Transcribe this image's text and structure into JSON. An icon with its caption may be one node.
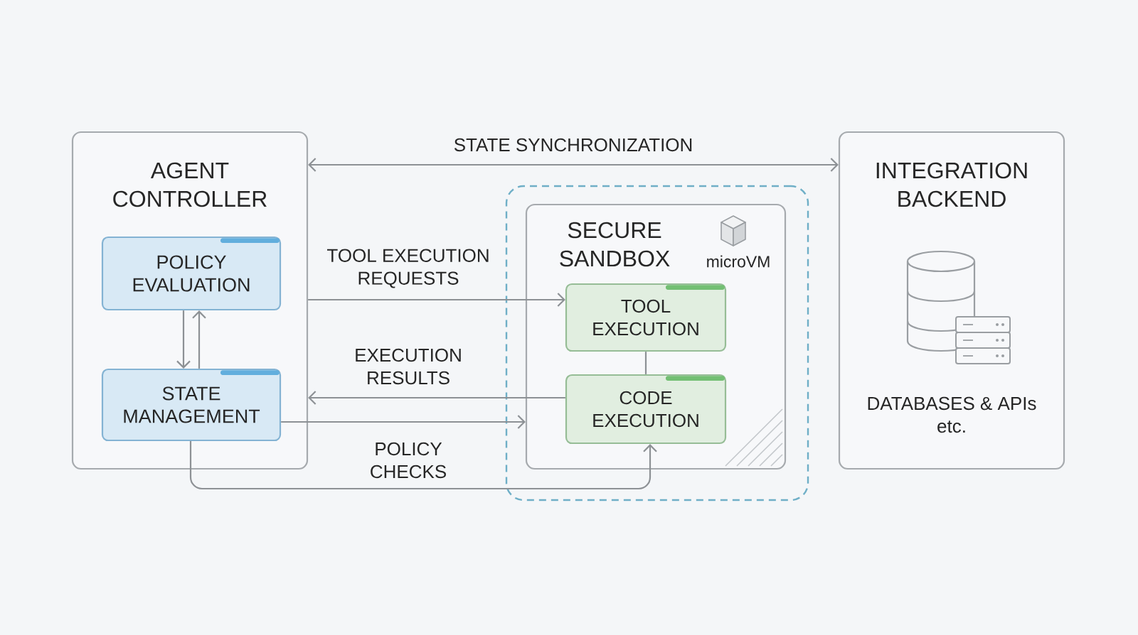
{
  "diagram": {
    "nodes": [
      {
        "text": [
          "AGENT CONTROLLER"
        ]
      },
      {
        "text": [
          "POLICY EVALUATION"
        ],
        "in": 0
      },
      {
        "text": [
          "STATE MANAGEMENT"
        ],
        "in": 0
      },
      {
        "text": [],
        "shape": "box"
      },
      {
        "text": [
          "SECURE SANDBOX",
          "microVM"
        ],
        "in": 3
      },
      {
        "text": [
          "TOOL EXECUTION"
        ],
        "in": 4
      },
      {
        "text": [
          "CODE EXECUTION"
        ],
        "in": 4
      },
      {
        "text": [
          "INTEGRATION BACKEND",
          "DATABASES & APIs etc."
        ]
      }
    ],
    "edges": [
      {
        "from": 0,
        "to": 7,
        "arrow": "both",
        "label": "STATE SYNCHRONIZATION"
      },
      {
        "from": 1,
        "to": 2,
        "arrow": "to"
      },
      {
        "from": 2,
        "to": 1,
        "arrow": "to"
      },
      {
        "from": 0,
        "to": 5,
        "arrow": "to",
        "label": "TOOL EXECUTION REQUESTS"
      },
      {
        "from": 6,
        "to": 0,
        "arrow": "to",
        "label": "EXECUTION RESULTS"
      },
      {
        "from": 2,
        "to": 4,
        "arrow": "to"
      },
      {
        "from": 2,
        "to": 6,
        "arrow": "to",
        "label": "POLICY CHECKS"
      },
      {
        "from": 5,
        "to": 6,
        "arrow": "none"
      }
    ]
  }
}
